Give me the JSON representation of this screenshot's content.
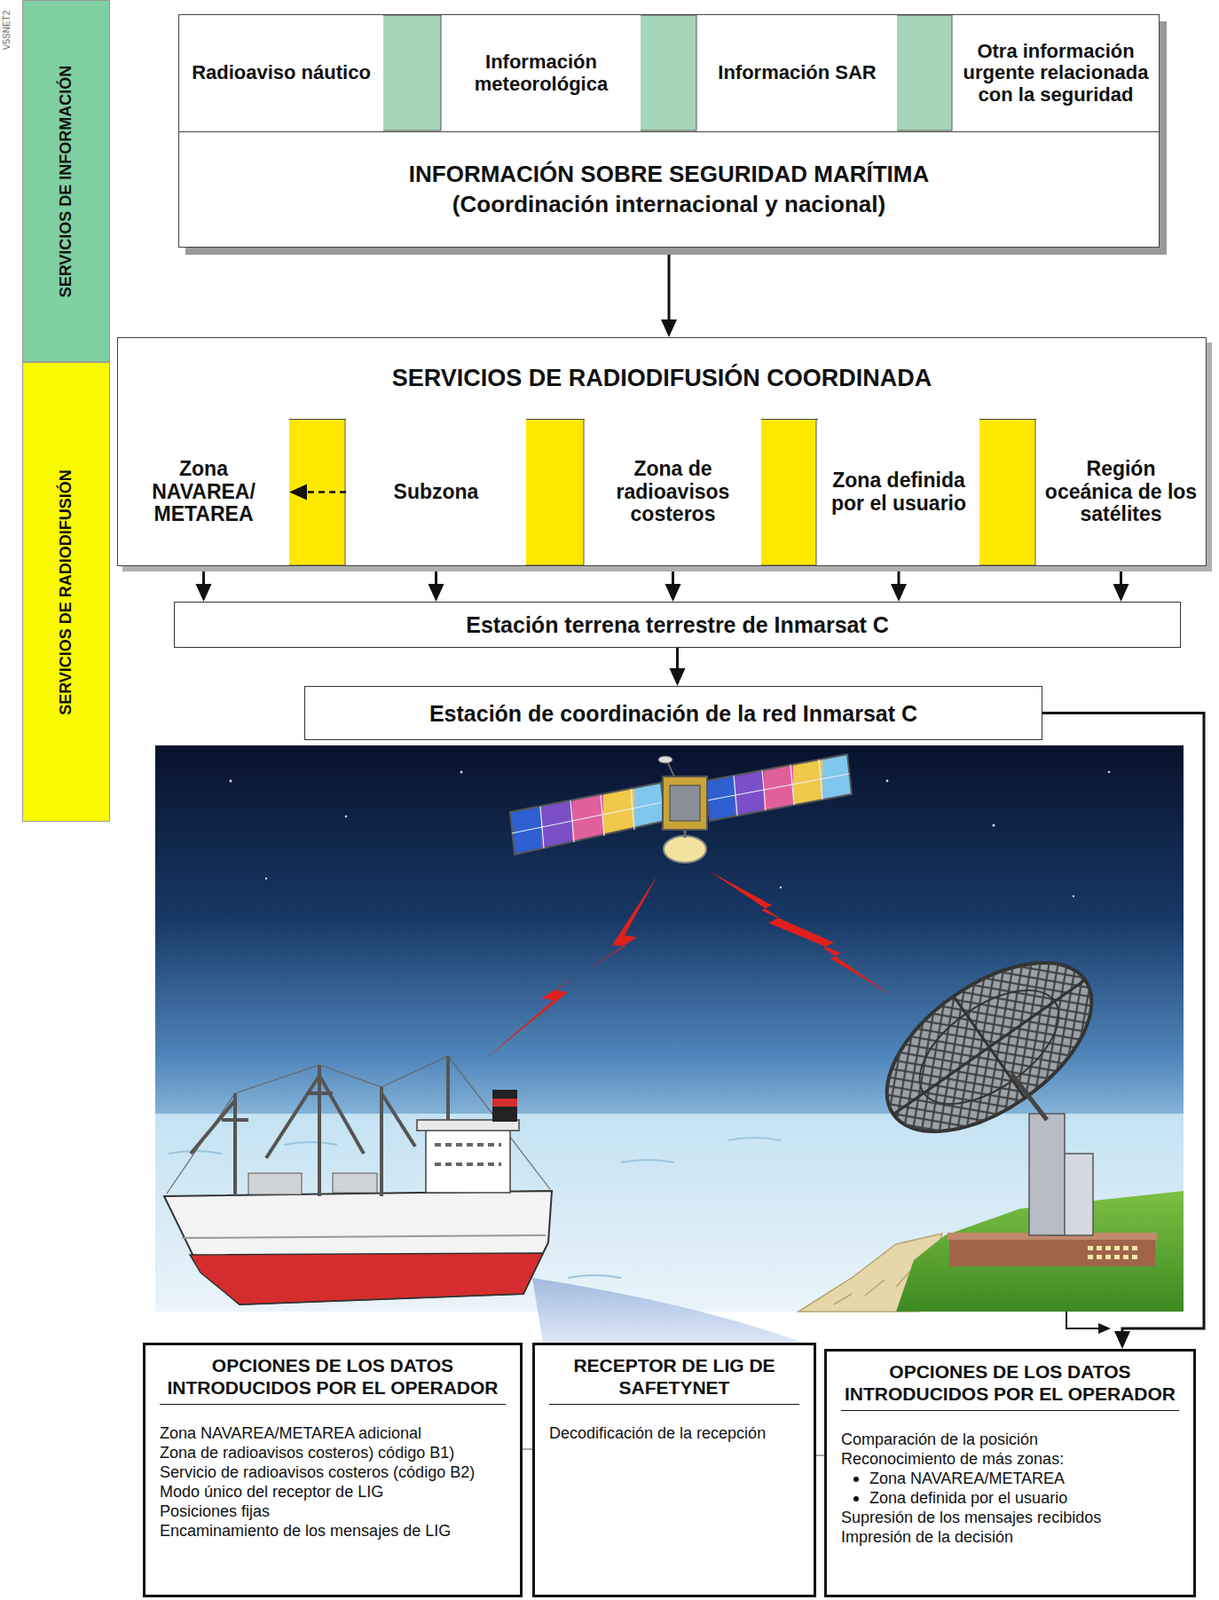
{
  "diagram": {
    "nodes": [
      {
        "text": [
          "SERVICIOS DE INFORMACIÓN"
        ]
      },
      {
        "text": [
          "SERVICIOS DE RADIODIFUSIÓN"
        ]
      },
      {
        "text": [
          "INFORMACIÓN SOBRE SEGURIDAD MARÍTIMA",
          "(Coordinación internacional y nacional)"
        ]
      },
      {
        "text": [
          "Radioaviso náutico"
        ],
        "in": 2
      },
      {
        "text": [
          "Información meteorológica"
        ],
        "in": 2
      },
      {
        "text": [
          "Información SAR"
        ],
        "in": 2
      },
      {
        "text": [
          "Otra información urgente relacionada con la seguridad"
        ],
        "in": 2
      },
      {
        "text": [
          "SERVICIOS DE RADIODIFUSIÓN COORDINADA"
        ]
      },
      {
        "text": [
          "Zona NAVAREA/ METAREA"
        ],
        "in": 7
      },
      {
        "text": [
          "Subzona"
        ],
        "in": 7
      },
      {
        "text": [
          "Zona de radioavisos costeros"
        ],
        "in": 7
      },
      {
        "text": [
          "Zona definida por el usuario"
        ],
        "in": 7
      },
      {
        "text": [
          "Región oceánica de los satélites"
        ],
        "in": 7
      },
      {
        "text": [
          "Estación terrena terrestre de Inmarsat C"
        ]
      },
      {
        "text": [
          "Estación de coordinación de la red Inmarsat C"
        ]
      },
      {
        "text": [
          "OPCIONES DE LOS DATOS INTRODUCIDOS POR EL OPERADOR",
          "Zona NAVAREA/METAREA adicional",
          "Zona de radioavisos costeros) código B1)",
          "Servicio de radioavisos costeros (código B2)",
          "Modo único del receptor de LIG",
          "Posiciones fijas",
          "Encaminamiento de los mensajes de LIG"
        ]
      },
      {
        "text": [
          "RECEPTOR DE LIG DE SAFETYNET",
          "Decodificación de la recepción"
        ]
      },
      {
        "text": [
          "OPCIONES DE LOS DATOS INTRODUCIDOS POR EL OPERADOR",
          "Comparación de la posición",
          "Reconocimiento de más zonas:",
          "Zona NAVAREA/METAREA",
          "Zona definida por el usuario",
          "Supresión de los mensajes recibidos",
          "Impresión de la decisión"
        ]
      }
    ],
    "edges": [
      {
        "from": 2,
        "to": 7,
        "arrow": "to"
      },
      {
        "from": 8,
        "to": 13,
        "arrow": "to"
      },
      {
        "from": 9,
        "to": 13,
        "arrow": "to"
      },
      {
        "from": 10,
        "to": 13,
        "arrow": "to"
      },
      {
        "from": 11,
        "to": 13,
        "arrow": "to"
      },
      {
        "from": 12,
        "to": 13,
        "arrow": "to"
      },
      {
        "from": 13,
        "to": 14,
        "arrow": "to"
      },
      {
        "from": 14,
        "to": 17,
        "arrow": "to"
      },
      {
        "from": 9,
        "to": 8,
        "arrow": "to"
      },
      {
        "from": 15,
        "to": 16,
        "arrow": "none"
      },
      {
        "from": 16,
        "to": 17,
        "arrow": "none"
      }
    ],
    "labels": [
      "V5SNET2"
    ]
  }
}
